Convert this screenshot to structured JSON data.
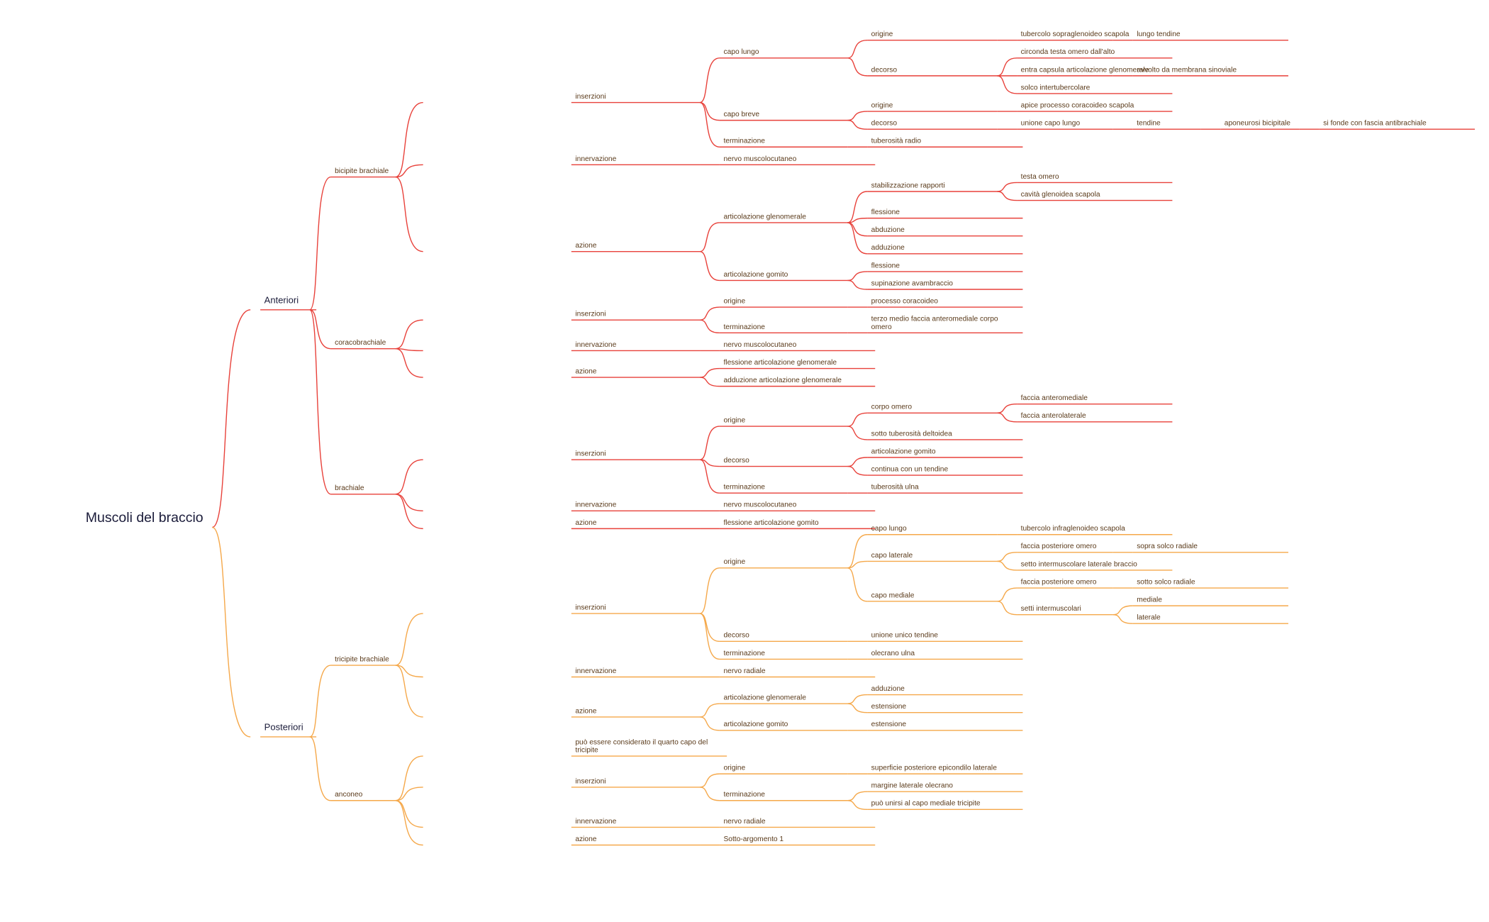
{
  "root": "Muscoli del braccio",
  "colors": {
    "anterior": "#e8413a",
    "posterior": "#f5a84a",
    "text": "#5a3a1a",
    "root": "#1b1c3a"
  },
  "tree": [
    {
      "label": "Anteriori",
      "children": [
        {
          "label": "bicipite brachiale",
          "children": [
            {
              "label": "inserzioni",
              "children": [
                {
                  "label": "capo lungo",
                  "children": [
                    {
                      "label": "origine",
                      "children": [
                        {
                          "label": "tubercolo sopraglenoideo scapola",
                          "children": [
                            {
                              "label": "lungo tendine"
                            }
                          ]
                        }
                      ]
                    },
                    {
                      "label": "decorso",
                      "children": [
                        {
                          "label": "circonda testa omero dall'alto"
                        },
                        {
                          "label": "entra capsula  articolazione glenomerale",
                          "children": [
                            {
                              "label": "avvolto da membrana sinoviale"
                            }
                          ]
                        },
                        {
                          "label": "solco intertubercolare"
                        }
                      ]
                    }
                  ]
                },
                {
                  "label": "capo breve",
                  "children": [
                    {
                      "label": "origine",
                      "children": [
                        {
                          "label": "apice processo coracoideo scapola"
                        }
                      ]
                    },
                    {
                      "label": "decorso",
                      "children": [
                        {
                          "label": "unione capo lungo",
                          "children": [
                            {
                              "label": "tendine",
                              "children": [
                                {
                                  "label": "aponeurosi bicipitale",
                                  "children": [
                                    {
                                      "label": "si fonde con fascia antibrachiale"
                                    }
                                  ]
                                }
                              ]
                            }
                          ]
                        }
                      ]
                    }
                  ]
                },
                {
                  "label": "terminazione",
                  "children": [
                    {
                      "label": "tuberosità radio"
                    }
                  ]
                }
              ]
            },
            {
              "label": "innervazione",
              "children": [
                {
                  "label": "nervo muscolocutaneo"
                }
              ]
            },
            {
              "label": "azione",
              "children": [
                {
                  "label": "articolazione glenomerale",
                  "children": [
                    {
                      "label": "stabilizzazione rapporti",
                      "children": [
                        {
                          "label": "testa omero"
                        },
                        {
                          "label": "cavità glenoidea scapola"
                        }
                      ]
                    },
                    {
                      "label": "flessione"
                    },
                    {
                      "label": "abduzione"
                    },
                    {
                      "label": "adduzione"
                    }
                  ]
                },
                {
                  "label": "articolazione gomito",
                  "children": [
                    {
                      "label": "flessione"
                    },
                    {
                      "label": "supinazione avambraccio"
                    }
                  ]
                }
              ]
            }
          ]
        },
        {
          "label": "coracobrachiale",
          "children": [
            {
              "label": "inserzioni",
              "children": [
                {
                  "label": "origine",
                  "children": [
                    {
                      "label": "processo coracoideo"
                    }
                  ]
                },
                {
                  "label": "terminazione",
                  "children": [
                    {
                      "label": "terzo medio faccia anteromediale corpo omero"
                    }
                  ]
                }
              ]
            },
            {
              "label": "innervazione",
              "children": [
                {
                  "label": "nervo muscolocutaneo"
                }
              ]
            },
            {
              "label": "azione",
              "children": [
                {
                  "label": "flessione articolazione glenomerale"
                },
                {
                  "label": "adduzione articolazione glenomerale"
                }
              ]
            }
          ]
        },
        {
          "label": "brachiale",
          "children": [
            {
              "label": "inserzioni",
              "children": [
                {
                  "label": "origine",
                  "children": [
                    {
                      "label": "corpo omero",
                      "children": [
                        {
                          "label": "faccia anteromediale"
                        },
                        {
                          "label": "faccia anterolaterale"
                        }
                      ]
                    },
                    {
                      "label": "sotto tuberosità deltoidea"
                    }
                  ]
                },
                {
                  "label": "decorso",
                  "children": [
                    {
                      "label": "articolazione gomito"
                    },
                    {
                      "label": "continua con un tendine"
                    }
                  ]
                },
                {
                  "label": "terminazione",
                  "children": [
                    {
                      "label": "tuberosità ulna"
                    }
                  ]
                }
              ]
            },
            {
              "label": "innervazione",
              "children": [
                {
                  "label": "nervo muscolocutaneo"
                }
              ]
            },
            {
              "label": "azione",
              "children": [
                {
                  "label": "flessione articolazione gomito"
                }
              ]
            }
          ]
        }
      ]
    },
    {
      "label": "Posteriori",
      "children": [
        {
          "label": "tricipite brachiale",
          "children": [
            {
              "label": "inserzioni",
              "children": [
                {
                  "label": "origine",
                  "children": [
                    {
                      "label": "capo lungo",
                      "children": [
                        {
                          "label": "tubercolo infraglenoideo scapola"
                        }
                      ]
                    },
                    {
                      "label": "capo laterale",
                      "children": [
                        {
                          "label": "faccia posteriore omero",
                          "children": [
                            {
                              "label": "sopra solco radiale"
                            }
                          ]
                        },
                        {
                          "label": "setto intermuscolare laterale braccio"
                        }
                      ]
                    },
                    {
                      "label": "capo mediale",
                      "children": [
                        {
                          "label": "faccia posteriore omero",
                          "children": [
                            {
                              "label": "sotto solco radiale"
                            }
                          ]
                        },
                        {
                          "label": "setti intermuscolari",
                          "children": [
                            {
                              "label": "mediale"
                            },
                            {
                              "label": "laterale"
                            }
                          ]
                        }
                      ]
                    }
                  ]
                },
                {
                  "label": "decorso",
                  "children": [
                    {
                      "label": "unione unico tendine"
                    }
                  ]
                },
                {
                  "label": "terminazione",
                  "children": [
                    {
                      "label": "olecrano ulna"
                    }
                  ]
                }
              ]
            },
            {
              "label": "innervazione",
              "children": [
                {
                  "label": "nervo radiale"
                }
              ]
            },
            {
              "label": "azione",
              "children": [
                {
                  "label": "articolazione glenomerale",
                  "children": [
                    {
                      "label": "adduzione"
                    },
                    {
                      "label": "estensione"
                    }
                  ]
                },
                {
                  "label": "articolazione gomito",
                  "children": [
                    {
                      "label": "estensione"
                    }
                  ]
                }
              ]
            }
          ]
        },
        {
          "label": "anconeo",
          "children": [
            {
              "label": "può  essere considerato il quarto capo del tricipite"
            },
            {
              "label": "inserzioni",
              "children": [
                {
                  "label": "origine",
                  "children": [
                    {
                      "label": "superficie posteriore epicondilo laterale"
                    }
                  ]
                },
                {
                  "label": "terminazione",
                  "children": [
                    {
                      "label": "margine laterale olecrano"
                    },
                    {
                      "label": "può unirsi al capo mediale tricipite"
                    }
                  ]
                }
              ]
            },
            {
              "label": "innervazione",
              "children": [
                {
                  "label": "nervo radiale"
                }
              ]
            },
            {
              "label": "azione",
              "children": [
                {
                  "label": "Sotto-argomento 1"
                }
              ]
            }
          ]
        }
      ]
    }
  ]
}
